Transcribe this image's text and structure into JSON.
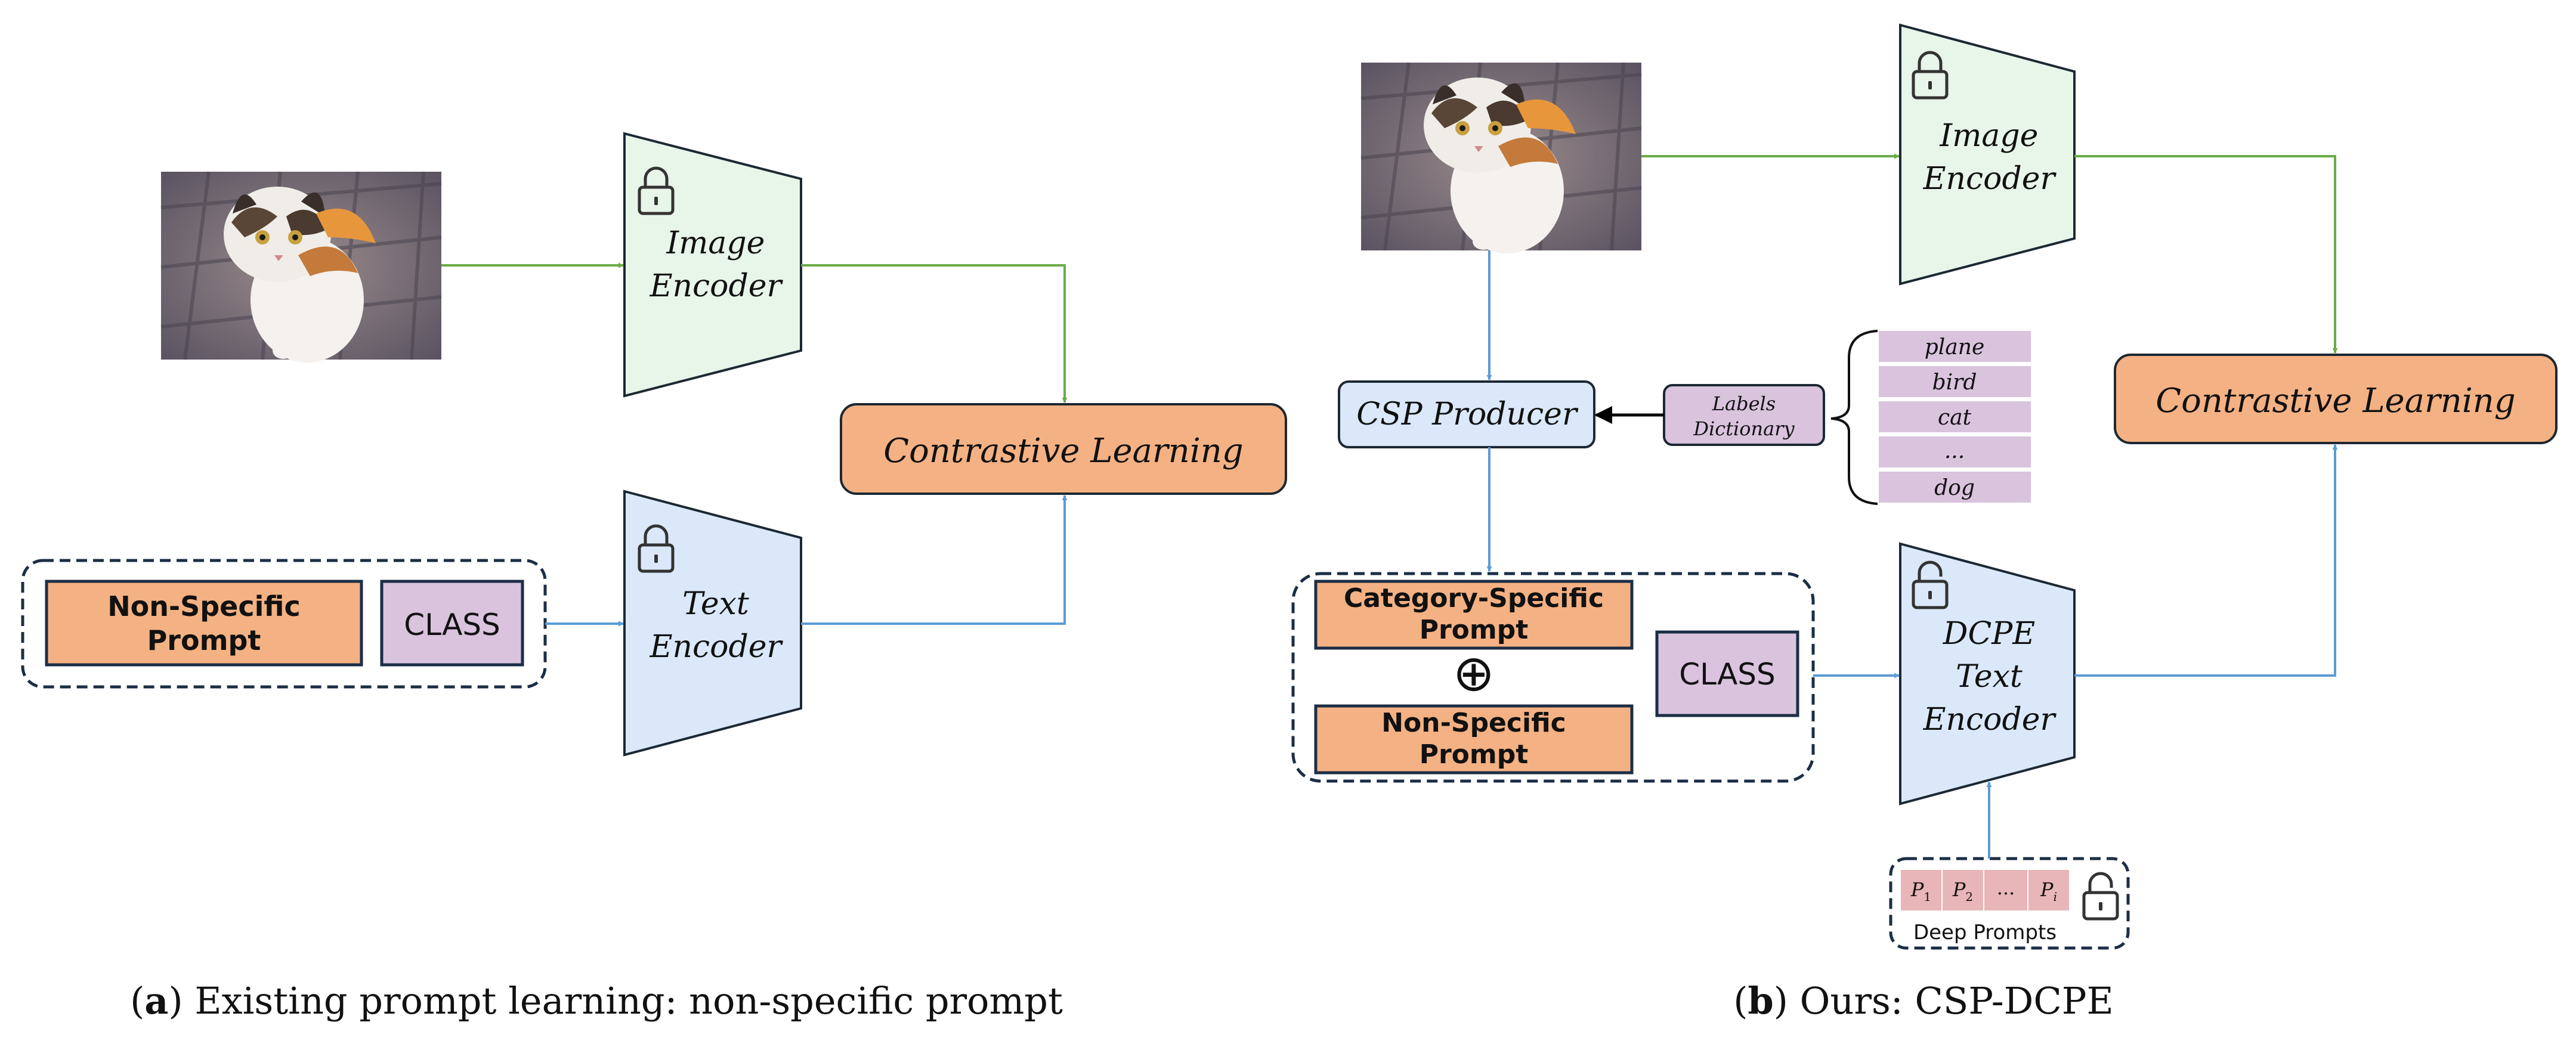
{
  "panel_a": {
    "image_encoder": {
      "line1": "Image",
      "line2": "Encoder"
    },
    "text_encoder": {
      "line1": "Text",
      "line2": "Encoder"
    },
    "contrastive": "Contrastive Learning",
    "prompt_line1": "Non-Specific",
    "prompt_line2": "Prompt",
    "class_label": "CLASS",
    "caption_letter": "a",
    "caption_text": " Existing prompt learning: non-specific prompt"
  },
  "panel_b": {
    "image_encoder": {
      "line1": "Image",
      "line2": "Encoder"
    },
    "text_encoder": {
      "line1": "DCPE",
      "line2": "Text",
      "line3": "Encoder"
    },
    "contrastive": "Contrastive Learning",
    "csp_producer": "CSP Producer",
    "labels_dict": {
      "line1": "Labels",
      "line2": "Dictionary"
    },
    "labels": [
      "plane",
      "bird",
      "cat",
      "...",
      "dog"
    ],
    "cat_prompt_line1": "Category-Specific",
    "cat_prompt_line2": "Prompt",
    "plus_symbol": "⊕",
    "nonspec_line1": "Non-Specific",
    "nonspec_line2": "Prompt",
    "class_label": "CLASS",
    "deep_prompts": {
      "cells": [
        "P",
        "P",
        "...",
        "P"
      ],
      "subs": [
        "1",
        "2",
        "",
        "i"
      ],
      "label": "Deep Prompts"
    },
    "caption_letter": "b",
    "caption_text": " Ours: CSP-DCPE"
  },
  "caption_open": "(",
  "caption_close": ")",
  "colors": {
    "green_arrow": "#6aac47",
    "blue_arrow": "#5b9bd5",
    "image_encoder_fill": "#e8f5e9",
    "text_encoder_fill": "#dae8fa",
    "orange_fill": "#f4b183",
    "purple_fill": "#d9c3dd",
    "pink_fill": "#e8b5b8",
    "dark_border": "#203864"
  },
  "icons": [
    "lock-icon",
    "unlock-icon",
    "cat-photo"
  ]
}
